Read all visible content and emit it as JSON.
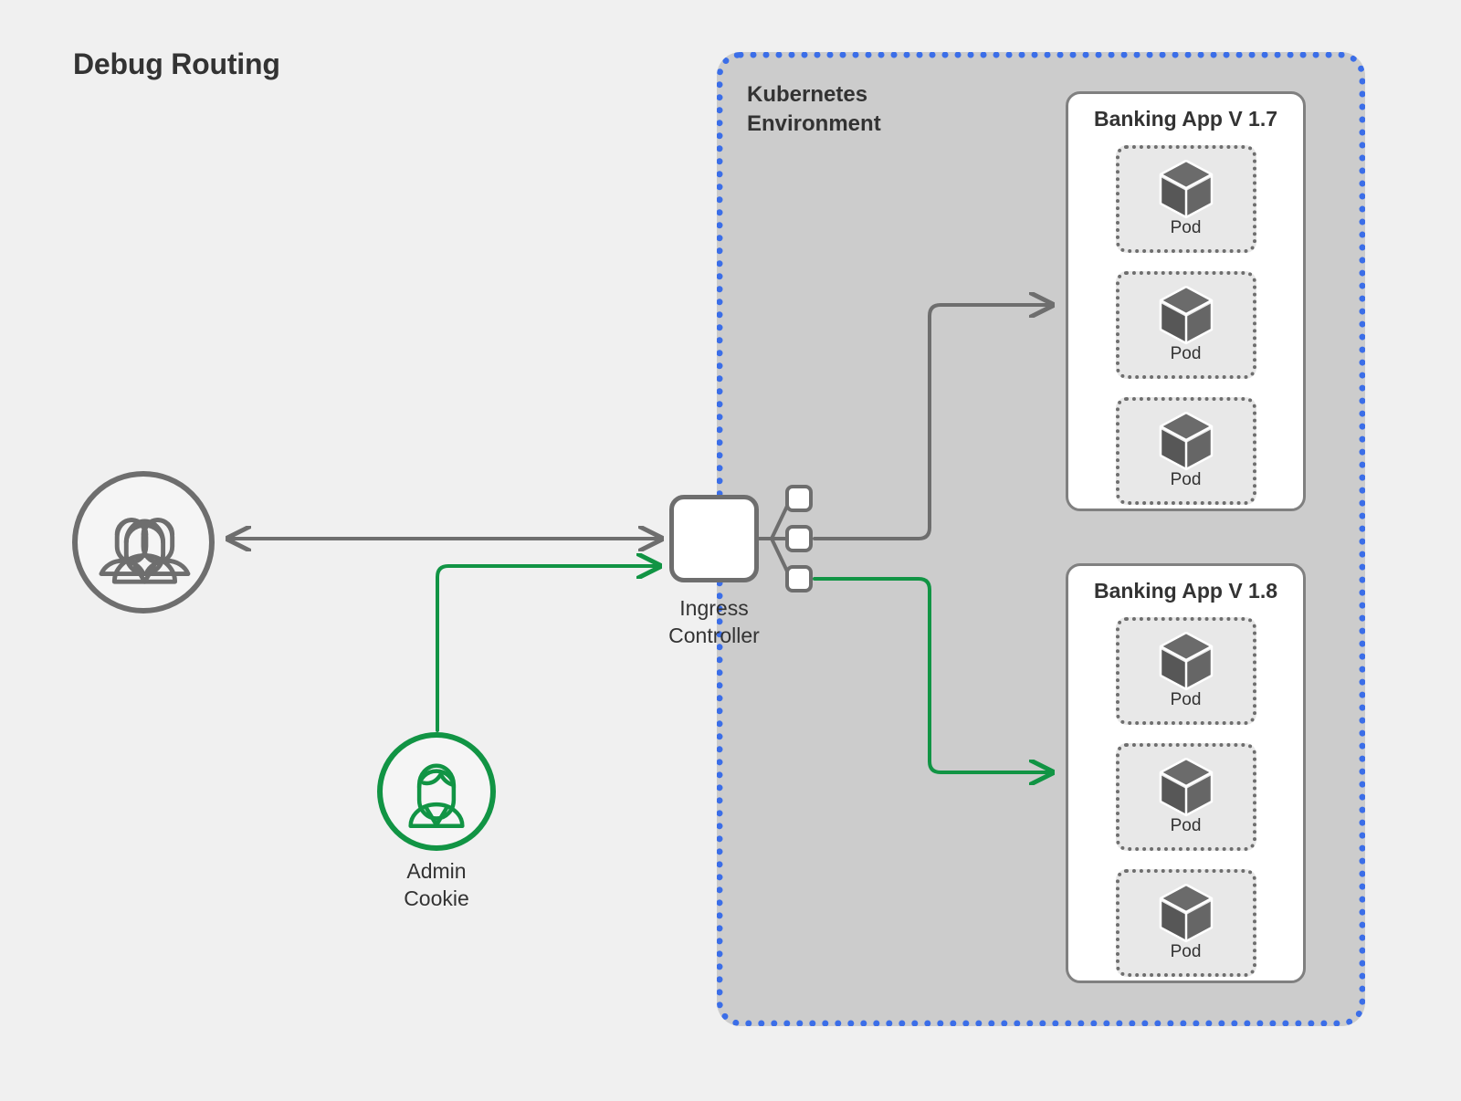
{
  "title": "Debug Routing",
  "colors": {
    "page_background": "#f0f0f0",
    "k8s_container_fill": "#cccccc",
    "k8s_border": "#3b6ee8",
    "gray_stroke": "#6e6e6e",
    "green_stroke": "#119444",
    "text": "#333333",
    "card_fill": "#ffffff",
    "pod_fill": "#e8e8e8"
  },
  "k8s": {
    "label": "Kubernetes\nEnvironment"
  },
  "apps": [
    {
      "title": "Banking App V 1.7",
      "pods": [
        {
          "label": "Pod",
          "icon": "cube-icon"
        },
        {
          "label": "Pod",
          "icon": "cube-icon"
        },
        {
          "label": "Pod",
          "icon": "cube-icon"
        }
      ]
    },
    {
      "title": "Banking App V 1.8",
      "pods": [
        {
          "label": "Pod",
          "icon": "cube-icon"
        },
        {
          "label": "Pod",
          "icon": "cube-icon"
        },
        {
          "label": "Pod",
          "icon": "cube-icon"
        }
      ]
    }
  ],
  "ingress": {
    "label": "Ingress\nController",
    "port_count": 3
  },
  "actors": [
    {
      "id": "users",
      "label": "",
      "icon": "users-group-icon",
      "color": "#6e6e6e"
    },
    {
      "id": "admin",
      "label": "Admin\nCookie",
      "icon": "single-user-icon",
      "color": "#119444"
    }
  ],
  "connections": [
    {
      "name": "users-to-ingress",
      "color": "#6e6e6e",
      "arrows": "both",
      "from": "users",
      "to": "ingress"
    },
    {
      "name": "admin-to-ingress",
      "color": "#119444",
      "arrows": "end",
      "from": "admin",
      "to": "ingress"
    },
    {
      "name": "ingress-port2-to-app-v17",
      "color": "#6e6e6e",
      "arrows": "end",
      "from": "ingress-port-2",
      "to": "banking-app-v17"
    },
    {
      "name": "ingress-port3-to-app-v18",
      "color": "#119444",
      "arrows": "end",
      "from": "ingress-port-3",
      "to": "banking-app-v18"
    }
  ]
}
